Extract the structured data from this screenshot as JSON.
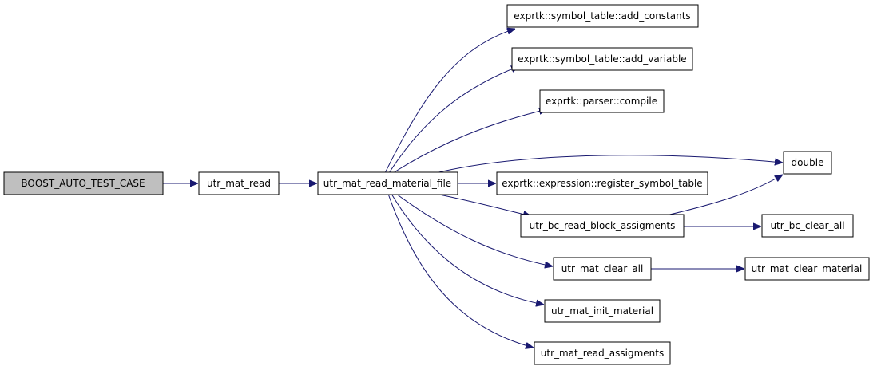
{
  "colors": {
    "edge": "#191970",
    "node_border": "#000000",
    "node_fill": "#ffffff",
    "root_fill": "#bfbfbf"
  },
  "nodes": {
    "boost_auto_test_case": "BOOST_AUTO_TEST_CASE",
    "utr_mat_read": "utr_mat_read",
    "utr_mat_read_material_file": "utr_mat_read_material_file",
    "add_constants": "exprtk::symbol_table::add_constants",
    "add_variable": "exprtk::symbol_table::add_variable",
    "parser_compile": "exprtk::parser::compile",
    "double": "double",
    "register_symbol_table": "exprtk::expression::register_symbol_table",
    "utr_bc_read_block_assigments": "utr_bc_read_block_assigments",
    "utr_bc_clear_all": "utr_bc_clear_all",
    "utr_mat_clear_all": "utr_mat_clear_all",
    "utr_mat_clear_material": "utr_mat_clear_material",
    "utr_mat_init_material": "utr_mat_init_material",
    "utr_mat_read_assigments": "utr_mat_read_assigments"
  }
}
